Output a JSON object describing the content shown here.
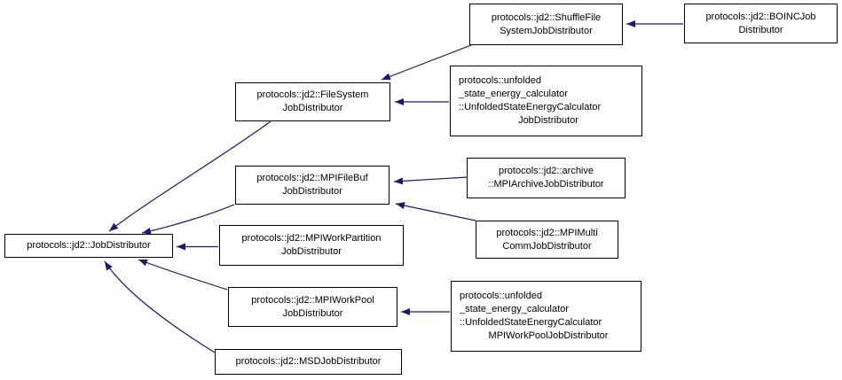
{
  "diagram": {
    "type": "class-inheritance-graph",
    "arrow_color": "#191970",
    "background_color": "#ffffff",
    "nodes": {
      "jobdistributor": {
        "lines": [
          "protocols::jd2::JobDistributor"
        ]
      },
      "filesystem": {
        "lines": [
          "protocols::jd2::FileSystem",
          "JobDistributor"
        ]
      },
      "mpifilebuf": {
        "lines": [
          "protocols::jd2::MPIFileBuf",
          "JobDistributor"
        ]
      },
      "workpartition": {
        "lines": [
          "protocols::jd2::MPIWorkPartition",
          "JobDistributor"
        ]
      },
      "workpool": {
        "lines": [
          "protocols::jd2::MPIWorkPool",
          "JobDistributor"
        ]
      },
      "msd": {
        "lines": [
          "protocols::jd2::MSDJobDistributor"
        ]
      },
      "shuffle": {
        "lines": [
          "protocols::jd2::ShuffleFile",
          "SystemJobDistributor"
        ]
      },
      "boinc": {
        "lines": [
          "protocols::jd2::BOINCJob",
          "Distributor"
        ]
      },
      "unfolded_jd": {
        "lines": [
          "protocols::unfolded",
          "_state_energy_calculator",
          "::UnfoldedStateEnergyCalculator",
          "JobDistributor"
        ]
      },
      "archive": {
        "lines": [
          "protocols::jd2::archive",
          "::MPIArchiveJobDistributor"
        ]
      },
      "mpimulti": {
        "lines": [
          "protocols::jd2::MPIMulti",
          "CommJobDistributor"
        ]
      },
      "unfolded_wp": {
        "lines": [
          "protocols::unfolded",
          "_state_energy_calculator",
          "::UnfoldedStateEnergyCalculator",
          "MPIWorkPoolJobDistributor"
        ]
      }
    },
    "edges": [
      {
        "from": "filesystem",
        "to": "jobdistributor"
      },
      {
        "from": "mpifilebuf",
        "to": "jobdistributor"
      },
      {
        "from": "workpartition",
        "to": "jobdistributor"
      },
      {
        "from": "workpool",
        "to": "jobdistributor"
      },
      {
        "from": "msd",
        "to": "jobdistributor"
      },
      {
        "from": "shuffle",
        "to": "filesystem"
      },
      {
        "from": "unfolded_jd",
        "to": "filesystem"
      },
      {
        "from": "archive",
        "to": "mpifilebuf"
      },
      {
        "from": "mpimulti",
        "to": "mpifilebuf"
      },
      {
        "from": "unfolded_wp",
        "to": "workpool"
      },
      {
        "from": "boinc",
        "to": "shuffle"
      }
    ]
  }
}
